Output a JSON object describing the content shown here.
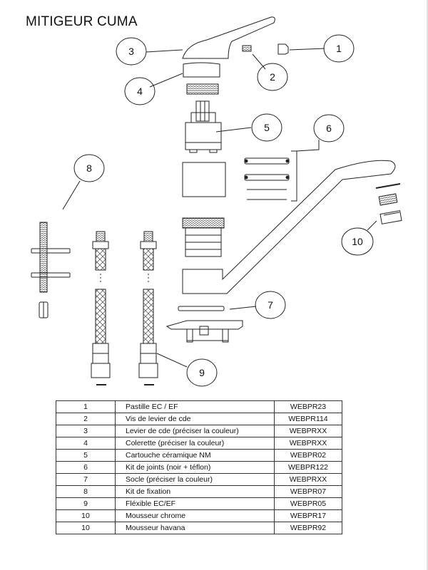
{
  "title": "MITIGEUR CUMA",
  "callouts": [
    "1",
    "2",
    "3",
    "4",
    "5",
    "6",
    "7",
    "8",
    "9",
    "10"
  ],
  "parts": [
    {
      "num": "1",
      "desc": "Pastille EC / EF",
      "ref": "WEBPR23"
    },
    {
      "num": "2",
      "desc": "Vis de levier de cde",
      "ref": "WEBPR114"
    },
    {
      "num": "3",
      "desc": "Levier de cde (préciser la couleur)",
      "ref": "WEBPRXX"
    },
    {
      "num": "4",
      "desc": "Colerette (préciser la couleur)",
      "ref": "WEBPRXX"
    },
    {
      "num": "5",
      "desc": "Cartouche céramique NM",
      "ref": "WEBPR02"
    },
    {
      "num": "6",
      "desc": "Kit de joints (noir + téflon)",
      "ref": "WEBPR122"
    },
    {
      "num": "7",
      "desc": "Socle (préciser la couleur)",
      "ref": "WEBPRXX"
    },
    {
      "num": "8",
      "desc": "Kit de fixation",
      "ref": "WEBPR07"
    },
    {
      "num": "9",
      "desc": "Fléxible EC/EF",
      "ref": "WEBPR05"
    },
    {
      "num": "10",
      "desc": "Mousseur chrome",
      "ref": "WEBPR17"
    },
    {
      "num": "10",
      "desc": "Mousseur havana",
      "ref": "WEBPR92"
    }
  ]
}
